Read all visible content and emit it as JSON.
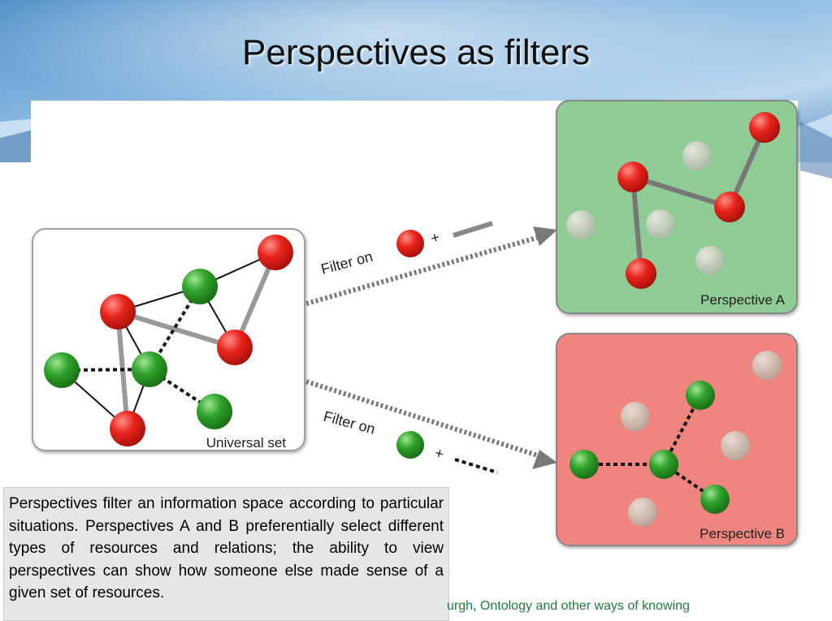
{
  "slide": {
    "title": "Perspectives as filters",
    "caption": "Perspectives filter an information space according to particular situations.  Perspectives A and B preferentially select different types of resources and relations; the ability to view perspectives can show how someone else made sense of a given set of resources.",
    "footer_left": "urgh",
    "footer_sep": ",",
    "footer_right": " Ontology and other ways of knowing"
  },
  "diagram": {
    "universal_set_label": "Universal set",
    "perspective_a_label": "Perspective A",
    "perspective_b_label": "Perspective B",
    "filter_a_text": "Filter on",
    "filter_b_text": "Filter on",
    "plus_sign": "+"
  },
  "colors": {
    "node_red": "#e8241c",
    "node_green": "#2fa22a",
    "node_faded": "#c9b9ad",
    "perspective_a_bg": "#8fcb95",
    "perspective_b_bg": "#f0847e",
    "edge_gray": "#888888",
    "arrow_dots": "#7a7a7a"
  }
}
